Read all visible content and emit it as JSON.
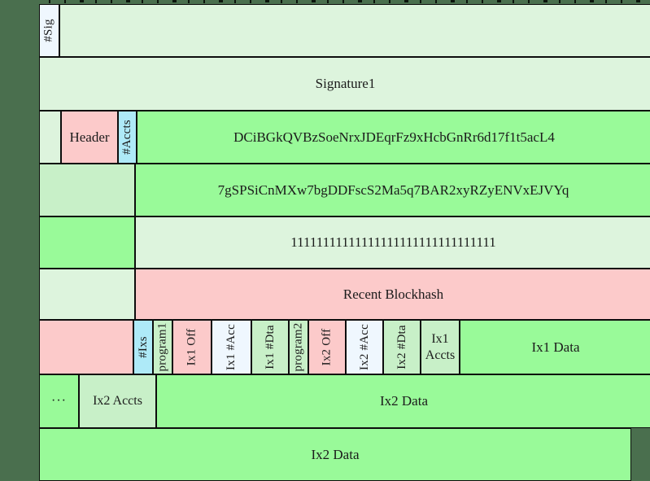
{
  "palette": {
    "darkBg": "#4a6f4e",
    "mint": "#ddf4dd",
    "lightGreen": "#c8f0c8",
    "paleGreen": "#99fa99",
    "pink": "#fccaca",
    "cyan": "#aeeaf8",
    "aliceBlue": "#eff7fe",
    "border": "#0d0d0d",
    "tick": "#0c140d"
  },
  "ruler": {
    "tick_count": 39
  },
  "rows": [
    {
      "cells": [
        {
          "name": "num-signatures",
          "label": "#Sig",
          "fill": "aliceBlue"
        },
        {
          "name": "signatures-region",
          "label": "",
          "fill": "mint"
        }
      ]
    },
    {
      "cells": [
        {
          "name": "signature1",
          "label": "Signature1",
          "fill": "mint"
        }
      ]
    },
    {
      "cells": [
        {
          "name": "row3-spacer",
          "label": "",
          "fill": "mint"
        },
        {
          "name": "header",
          "label": "Header",
          "fill": "pink"
        },
        {
          "name": "num-accounts",
          "label": "#Accts",
          "fill": "cyan"
        },
        {
          "name": "account1-address",
          "label": "DCiBGkQVBzSoeNrxJDEqrFz9xHcbGnRr6d17f1t5acL4",
          "fill": "paleGreen"
        }
      ]
    },
    {
      "cells": [
        {
          "name": "row4-spacer",
          "label": "",
          "fill": "lightGreen"
        },
        {
          "name": "account2-address",
          "label": "7gSPSiCnMXw7bgDDFscS2Ma5q7BAR2xyRZyENVxEJVYq",
          "fill": "paleGreen"
        }
      ]
    },
    {
      "cells": [
        {
          "name": "row5-spacer",
          "label": "",
          "fill": "paleGreen"
        },
        {
          "name": "system-program-address",
          "label": "11111111111111111111111111111111",
          "fill": "mint"
        }
      ]
    },
    {
      "cells": [
        {
          "name": "row6-spacer",
          "label": "",
          "fill": "mint"
        },
        {
          "name": "recent-blockhash",
          "label": "Recent Blockhash",
          "fill": "pink"
        }
      ]
    },
    {
      "cells": [
        {
          "name": "row7-spacer",
          "label": "",
          "fill": "pink"
        },
        {
          "name": "num-instructions",
          "label": "#Ixs",
          "fill": "cyan"
        },
        {
          "name": "ix1-program",
          "label": "program1",
          "fill": "lightGreen"
        },
        {
          "name": "ix1-offset",
          "label": "Ix1 Off",
          "fill": "pink"
        },
        {
          "name": "ix1-num-accounts",
          "label": "Ix1 #Acc",
          "fill": "aliceBlue"
        },
        {
          "name": "ix1-num-data",
          "label": "Ix1 #Dta",
          "fill": "lightGreen"
        },
        {
          "name": "ix2-program",
          "label": "program2",
          "fill": "lightGreen"
        },
        {
          "name": "ix2-offset",
          "label": "Ix2 Off",
          "fill": "pink"
        },
        {
          "name": "ix2-num-accounts",
          "label": "Ix2 #Acc",
          "fill": "aliceBlue"
        },
        {
          "name": "ix2-num-data",
          "label": "Ix2 #Dta",
          "fill": "lightGreen"
        },
        {
          "name": "ix1-accounts",
          "label": "Ix1 Accts",
          "fill": "lightGreen"
        },
        {
          "name": "ix1-data",
          "label": "Ix1 Data",
          "fill": "paleGreen"
        }
      ]
    },
    {
      "cells": [
        {
          "name": "ellipsis",
          "label": "···",
          "fill": "paleGreen"
        },
        {
          "name": "ix2-accounts",
          "label": "Ix2 Accts",
          "fill": "lightGreen"
        },
        {
          "name": "ix2-data",
          "label": "Ix2 Data",
          "fill": "paleGreen"
        }
      ]
    },
    {
      "cells": [
        {
          "name": "ix2-data-continued",
          "label": "Ix2 Data",
          "fill": "paleGreen"
        }
      ]
    }
  ]
}
